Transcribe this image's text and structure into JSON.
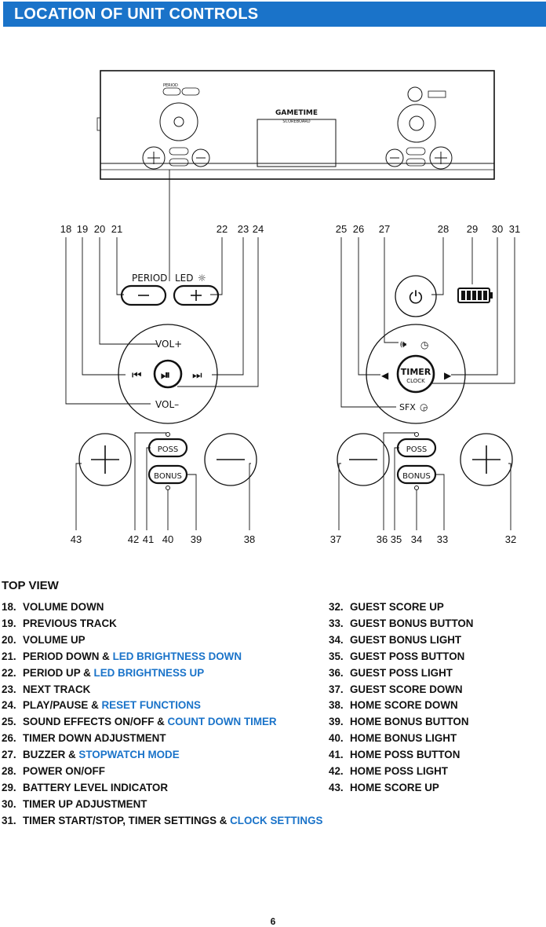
{
  "header": {
    "title": "LOCATION OF UNIT CONTROLS",
    "color": "#1a73c9"
  },
  "device": {
    "brand_line1": "GAMETIME",
    "brand_line2": "SCOREBOARD",
    "period_label": "PERIOD",
    "led_label": "LED",
    "vol_up_label": "VOL+",
    "vol_down_label": "VOL–",
    "timer_label": "TIMER",
    "clock_label": "CLOCK",
    "sfx_label": "SFX",
    "poss_label": "POSS",
    "bonus_label": "BONUS"
  },
  "callouts": {
    "top": [
      "18",
      "19",
      "20",
      "21",
      "22",
      "23",
      "24",
      "25",
      "26",
      "27",
      "28",
      "29",
      "30",
      "31"
    ],
    "bottom": [
      "43",
      "42",
      "41",
      "40",
      "39",
      "38",
      "37",
      "36",
      "35",
      "34",
      "33",
      "32"
    ]
  },
  "view_title": "TOP VIEW",
  "legend_left": [
    {
      "num": "18.",
      "text": "VOLUME DOWN",
      "blue": ""
    },
    {
      "num": "19.",
      "text": "PREVIOUS TRACK",
      "blue": ""
    },
    {
      "num": "20.",
      "text": "VOLUME UP",
      "blue": ""
    },
    {
      "num": "21.",
      "text": "PERIOD DOWN & ",
      "blue": "LED BRIGHTNESS DOWN"
    },
    {
      "num": "22.",
      "text": "PERIOD UP & ",
      "blue": "LED BRIGHTNESS UP"
    },
    {
      "num": "23.",
      "text": "NEXT TRACK",
      "blue": ""
    },
    {
      "num": "24.",
      "text": "PLAY/PAUSE & ",
      "blue": "RESET FUNCTIONS"
    },
    {
      "num": "25.",
      "text": "SOUND EFFECTS ON/OFF & ",
      "blue": "COUNT DOWN TIMER"
    },
    {
      "num": "26.",
      "text": "TIMER DOWN ADJUSTMENT",
      "blue": ""
    },
    {
      "num": "27.",
      "text": "BUZZER & ",
      "blue": "STOPWATCH MODE"
    },
    {
      "num": "28.",
      "text": "POWER ON/OFF",
      "blue": ""
    },
    {
      "num": "29.",
      "text": "BATTERY LEVEL INDICATOR",
      "blue": ""
    },
    {
      "num": "30.",
      "text": "TIMER UP ADJUSTMENT",
      "blue": ""
    },
    {
      "num": "31.",
      "text": "TIMER START/STOP, TIMER SETTINGS & ",
      "blue": "CLOCK SETTINGS"
    }
  ],
  "legend_right": [
    {
      "num": "32.",
      "text": "GUEST SCORE UP"
    },
    {
      "num": "33.",
      "text": "GUEST BONUS BUTTON"
    },
    {
      "num": "34.",
      "text": "GUEST BONUS LIGHT"
    },
    {
      "num": "35.",
      "text": "GUEST POSS BUTTON"
    },
    {
      "num": "36.",
      "text": "GUEST POSS LIGHT"
    },
    {
      "num": "37.",
      "text": "GUEST SCORE DOWN"
    },
    {
      "num": "38.",
      "text": "HOME SCORE DOWN"
    },
    {
      "num": "39.",
      "text": "HOME BONUS BUTTON"
    },
    {
      "num": "40.",
      "text": "HOME BONUS LIGHT"
    },
    {
      "num": "41.",
      "text": "HOME POSS BUTTON"
    },
    {
      "num": "42.",
      "text": "HOME POSS LIGHT"
    },
    {
      "num": "43.",
      "text": "HOME SCORE UP"
    }
  ],
  "page_number": "6"
}
